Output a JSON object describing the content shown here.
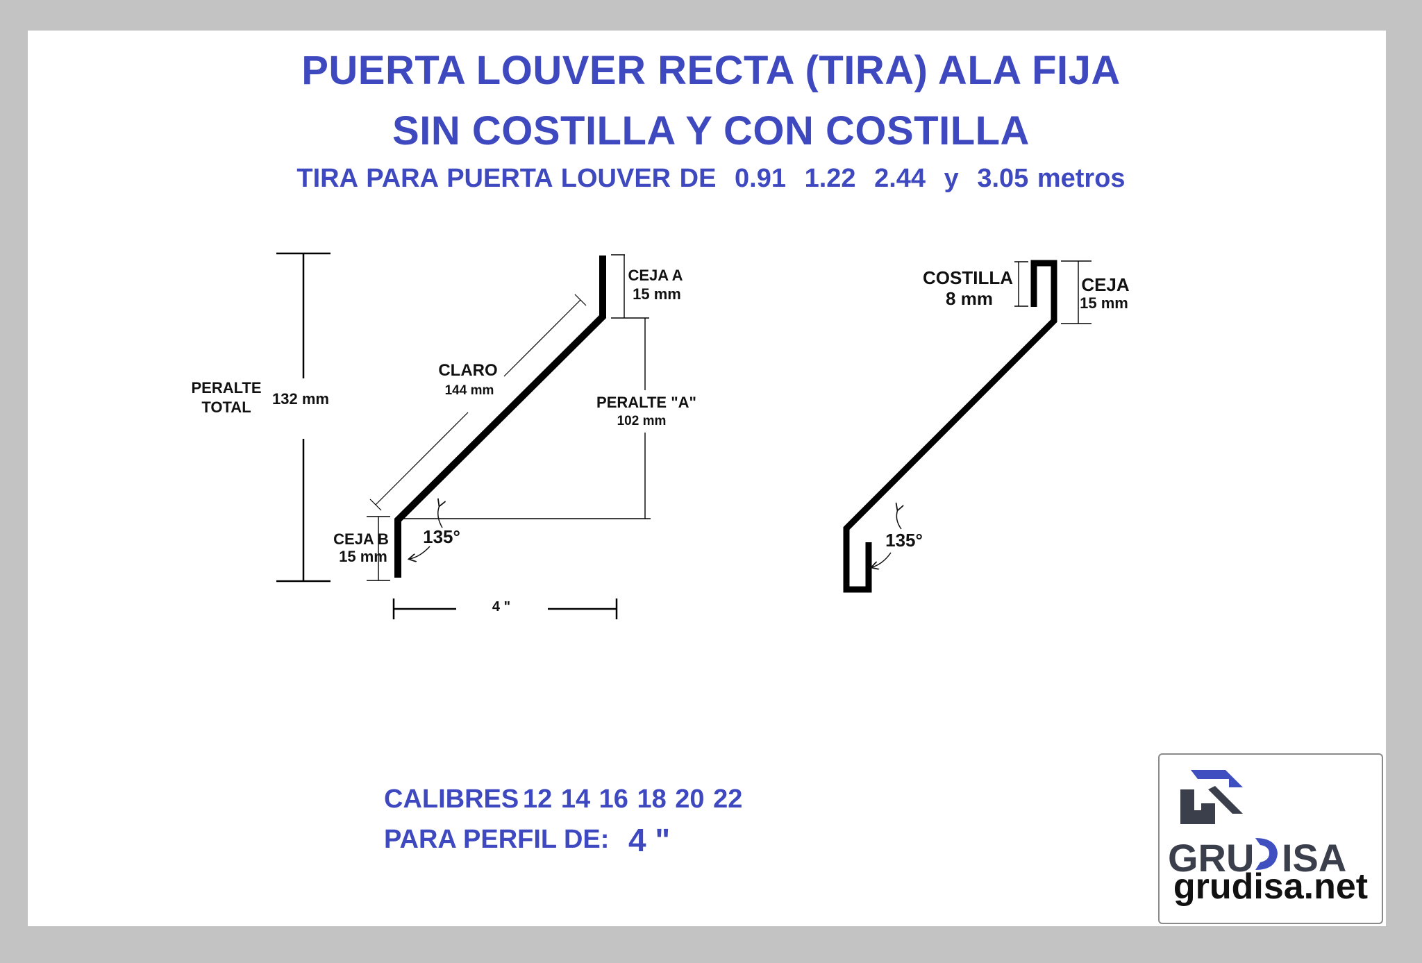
{
  "header": {
    "title_line1": "PUERTA LOUVER RECTA (TIRA) ALA FIJA",
    "title_line2": "SIN COSTILLA Y CON COSTILLA",
    "subtitle": {
      "prefix": "TIRA PARA PUERTA LOUVER DE",
      "sizes": [
        "0.91",
        "1.22",
        "2.44"
      ],
      "conj": "y",
      "last_size": "3.05",
      "unit": "metros"
    }
  },
  "profile_left": {
    "peralte_total": {
      "label_line1": "PERALTE",
      "label_line2": "TOTAL",
      "value": "132 mm"
    },
    "ceja_a": {
      "label": "CEJA A",
      "value": "15 mm"
    },
    "claro": {
      "label": "CLARO",
      "value": "144 mm"
    },
    "peralte_a": {
      "label": "PERALTE \"A\"",
      "value": "102 mm"
    },
    "ceja_b": {
      "label": "CEJA B",
      "value": "15 mm"
    },
    "angle": "135°",
    "width": "4 \""
  },
  "profile_right": {
    "costilla": {
      "label": "COSTILLA",
      "value": "8 mm"
    },
    "ceja": {
      "label": "CEJA",
      "value": "15 mm"
    },
    "angle": "135°"
  },
  "footer": {
    "calibres_label": "CALIBRES",
    "calibres": "12 14 16 18 20 22",
    "perfil_label": "PARA PERFIL DE:",
    "perfil_value": "4 \""
  },
  "logo": {
    "word_left": "GRU",
    "word_right": "ISA",
    "url": "grudisa.net"
  },
  "colors": {
    "title_blue": "#3f49bf",
    "frame_gray": "#c3c3c3",
    "logo_dark": "#3b3f4c",
    "logo_blue": "#3f4fbf"
  }
}
